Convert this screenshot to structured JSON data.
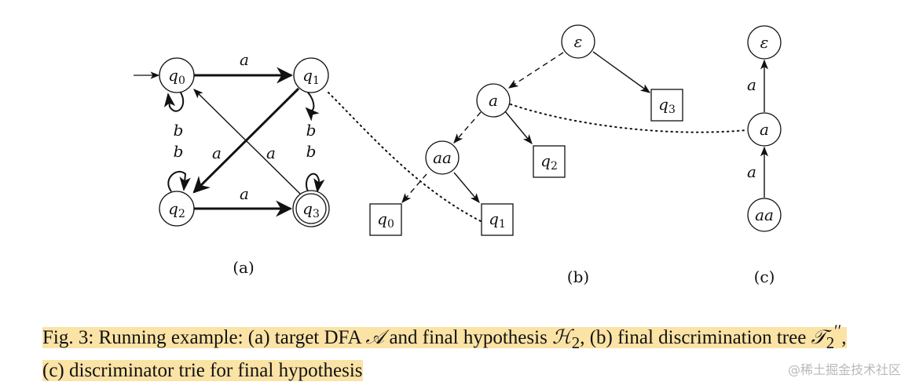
{
  "panels": {
    "a": "(a)",
    "b": "(b)",
    "c": "(c)"
  },
  "dfa": {
    "states": [
      {
        "id": "q0",
        "base": "q",
        "sub": "0"
      },
      {
        "id": "q1",
        "base": "q",
        "sub": "1"
      },
      {
        "id": "q2",
        "base": "q",
        "sub": "2"
      },
      {
        "id": "q3",
        "base": "q",
        "sub": "3"
      }
    ],
    "edge_labels": {
      "q0_q1": "a",
      "q2_q3": "a",
      "q1_q2": "a",
      "q3_q0": "a",
      "loop_q0": "b",
      "loop_q2": "b",
      "loop_q1": "b",
      "loop_q3": "b"
    }
  },
  "tree": {
    "inner": {
      "root": "ε",
      "a": "a",
      "aa": "aa"
    },
    "leaves": {
      "q3": {
        "base": "q",
        "sub": "3"
      },
      "q2": {
        "base": "q",
        "sub": "2"
      },
      "q0": {
        "base": "q",
        "sub": "0"
      },
      "q1": {
        "base": "q",
        "sub": "1"
      }
    }
  },
  "trie": {
    "nodes": {
      "top": "ε",
      "mid": "a",
      "bottom": "aa"
    },
    "edge_labels": {
      "upper": "a",
      "lower": "a"
    }
  },
  "caption": {
    "prefix": "Fig. 3: Running example: (a) target DFA ",
    "A": "𝒜",
    "mid1": " and final hypothesis ",
    "H": "ℋ",
    "H_sub": "2",
    "mid2": ", (b) final discrimination tree ",
    "T": "𝒯",
    "T_sub": "2",
    "T_sup": "′′",
    "suffix": ", (c) discriminator trie for final hypothesis"
  },
  "watermark": "@稀土掘金技术社区"
}
